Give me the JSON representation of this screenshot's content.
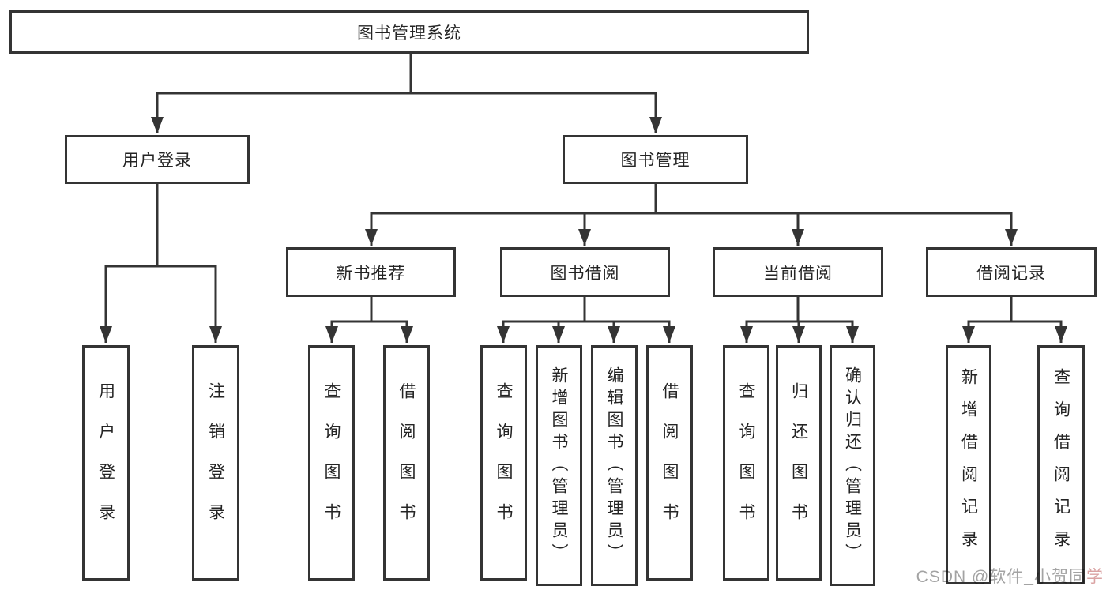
{
  "nodes": {
    "root": "图书管理系统",
    "user_login": "用户登录",
    "book_mgmt": "图书管理",
    "new_books": "新书推荐",
    "book_borrow": "图书借阅",
    "current_borrow": "当前借阅",
    "borrow_records": "借阅记录"
  },
  "leaves": [
    {
      "label": "用户登录"
    },
    {
      "label": "注销登录"
    },
    {
      "label": "查询图书"
    },
    {
      "label": "借阅图书"
    },
    {
      "label": "查询图书"
    },
    {
      "label": "新增图书（管理员）"
    },
    {
      "label": "编辑图书（管理员）"
    },
    {
      "label": "借阅图书"
    },
    {
      "label": "查询图书"
    },
    {
      "label": "归还图书"
    },
    {
      "label": "确认归还（管理员）"
    },
    {
      "label": "新增借阅记录"
    },
    {
      "label": "查询借阅记录"
    }
  ],
  "watermark": {
    "prefix": "CSDN @软件_小贺同",
    "accent": "学"
  },
  "colors": {
    "line": "#343434",
    "box_border": "#343434",
    "text": "#242424",
    "watermark": "#a3a3a3"
  }
}
